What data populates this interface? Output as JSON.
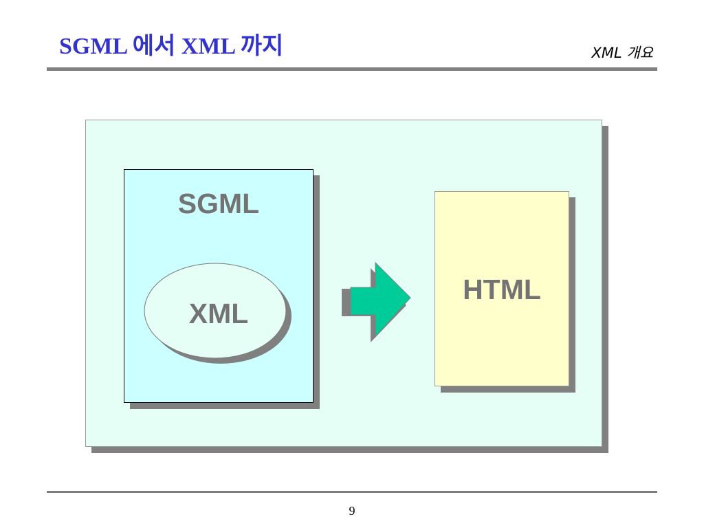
{
  "header": {
    "title": "SGML 에서 XML 까지",
    "section_label": "XML 개요"
  },
  "diagram": {
    "outer_label": "SGML",
    "inner_label": "XML",
    "target_label": "HTML",
    "arrow_icon": "right-arrow-icon"
  },
  "footer": {
    "page_number": "9"
  },
  "colors": {
    "title": "#3333cc",
    "panel_background": "#e6fff6",
    "sgml_box": "#ccffff",
    "xml_ellipse": "#e6fff6",
    "html_box": "#ffffcc",
    "arrow": "#00cc99",
    "shadow": "#808080",
    "label_text": "#737373",
    "rule": "#7f7f7f"
  }
}
